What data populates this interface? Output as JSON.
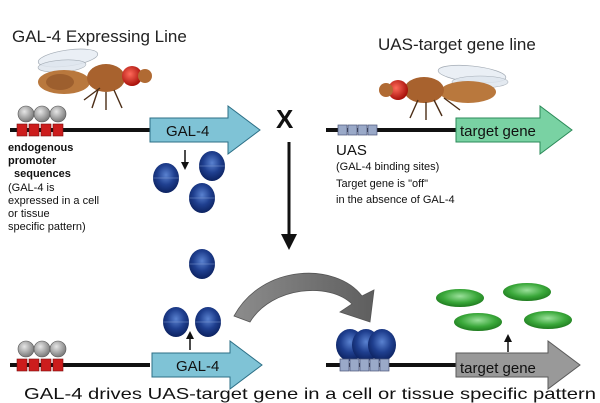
{
  "left_title": "GAL-4 Expressing Line",
  "right_title": "UAS-target gene line",
  "cross_symbol": "X",
  "gal4_label": "GAL-4",
  "target_gene_label": "target gene",
  "uas_label": "UAS",
  "promoter_label": {
    "line1": "endogenous",
    "line2": "promoter",
    "line3": "sequences"
  },
  "gal4_expression_note": {
    "line1": "(GAL-4  is",
    "line2": "expressed in a cell",
    "line3": "or tissue",
    "line4": "specific pattern)"
  },
  "uas_note": {
    "line1": "(GAL-4  binding sites)",
    "line2": "Target gene is \"off\"",
    "line3": "in the absence of GAL-4"
  },
  "bottom_caption": "GAL-4 drives UAS-target gene in a cell or tissue specific pattern",
  "icons": {
    "fly": "fruit-fly-icon",
    "gal4_protein": "gal4-protein-icon",
    "target_protein": "target-protein-icon"
  },
  "colors": {
    "gal4_arrow": "#7fc3d6",
    "target_arrow_top": "#79d2a3",
    "target_arrow_bottom": "#999999",
    "gal4_protein": "#1f3f8f",
    "target_protein": "#3aa83a",
    "promoter_box": "#cc1d1d",
    "uas_box": "#9aa9c8"
  }
}
